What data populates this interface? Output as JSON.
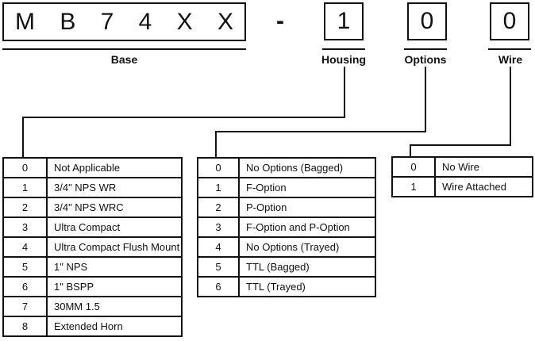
{
  "diagram": {
    "base": {
      "label": "Base",
      "chars": [
        "M",
        "B",
        "7",
        "4",
        "X",
        "X"
      ]
    },
    "separator": "-",
    "fields": [
      {
        "label": "Housing",
        "value": "1"
      },
      {
        "label": "Options",
        "value": "0"
      },
      {
        "label": "Wire",
        "value": "0"
      }
    ]
  },
  "tables": {
    "housing": {
      "rows": [
        {
          "code": "0",
          "desc": "Not Applicable"
        },
        {
          "code": "1",
          "desc": "3/4\" NPS WR"
        },
        {
          "code": "2",
          "desc": "3/4\" NPS WRC"
        },
        {
          "code": "3",
          "desc": "Ultra Compact"
        },
        {
          "code": "4",
          "desc": "Ultra Compact Flush Mount"
        },
        {
          "code": "5",
          "desc": "1\" NPS"
        },
        {
          "code": "6",
          "desc": "1\" BSPP"
        },
        {
          "code": "7",
          "desc": "30MM 1.5"
        },
        {
          "code": "8",
          "desc": "Extended Horn"
        }
      ]
    },
    "options": {
      "rows": [
        {
          "code": "0",
          "desc": "No Options (Bagged)"
        },
        {
          "code": "1",
          "desc": "F-Option"
        },
        {
          "code": "2",
          "desc": "P-Option"
        },
        {
          "code": "3",
          "desc": "F-Option and P-Option"
        },
        {
          "code": "4",
          "desc": "No Options (Trayed)"
        },
        {
          "code": "5",
          "desc": "TTL (Bagged)"
        },
        {
          "code": "6",
          "desc": "TTL (Trayed)"
        }
      ]
    },
    "wire": {
      "rows": [
        {
          "code": "0",
          "desc": "No Wire"
        },
        {
          "code": "1",
          "desc": "Wire Attached"
        }
      ]
    }
  },
  "colors": {
    "line": "#111111",
    "background": "#ffffff"
  }
}
